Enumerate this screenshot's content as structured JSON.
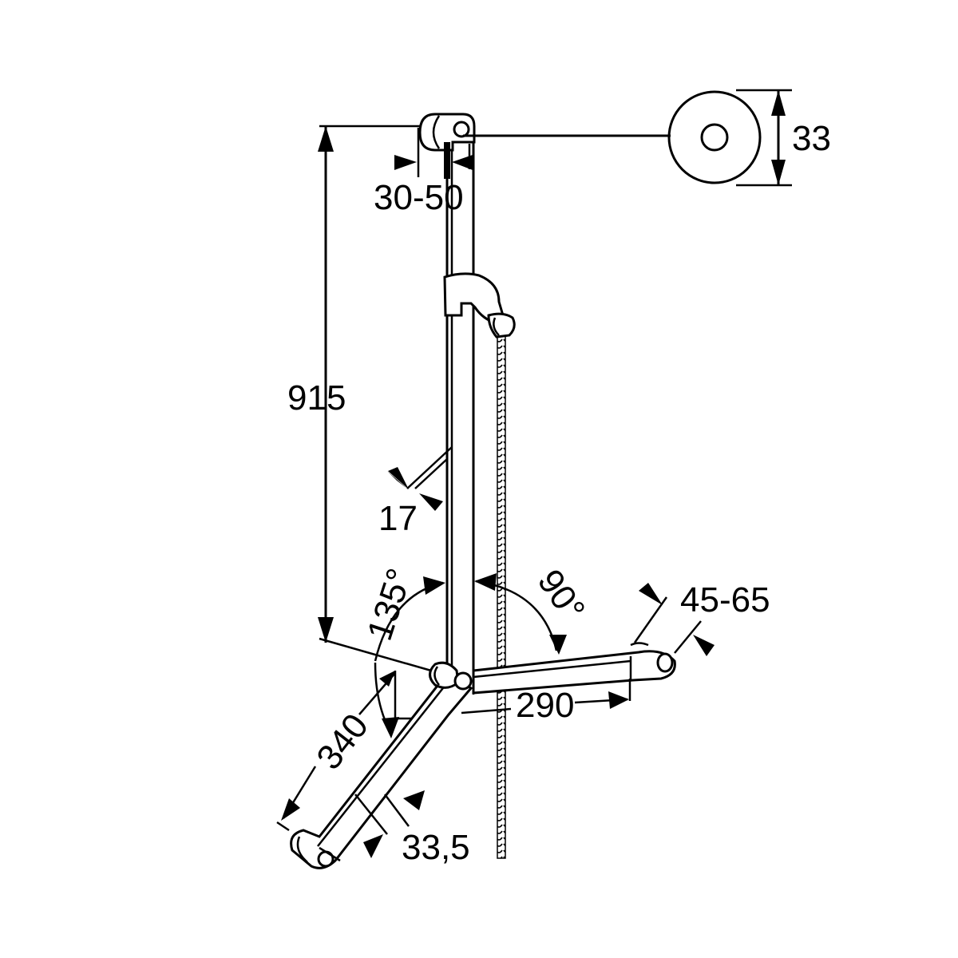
{
  "title": "Shower rail dimension drawing",
  "dimensions": {
    "height": "915",
    "wall_distance": "30-50",
    "rosette_diameter": "33",
    "rail_diameter": "17",
    "angle_left": "135°",
    "angle_right": "90°",
    "arm_right_length": "290",
    "arm_right_spacing": "45-65",
    "arm_left_length": "340",
    "arm_left_diameter": "33,5"
  },
  "colors": {
    "line": "#000000",
    "background": "#ffffff"
  }
}
